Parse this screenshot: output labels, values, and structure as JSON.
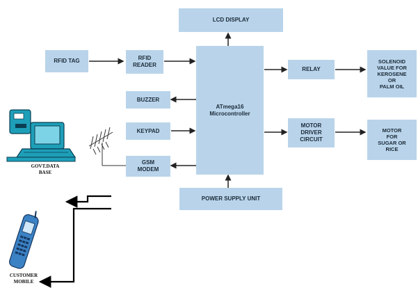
{
  "blocks": {
    "lcd": "LCD DISPLAY",
    "rfid_tag": "RFID TAG",
    "rfid_reader": "RFID\nREADER",
    "buzzer": "BUZZER",
    "keypad": "KEYPAD",
    "gsm": "GSM\nMODEM",
    "mcu": "ATmega16\nMicrocontroller",
    "relay": "RELAY",
    "solenoid": "SOLENOID\nVALUE FOR\nKEROSENE\nOR\nPALM OIL",
    "motor_driver": "MOTOR\nDRIVER\nCIRCUIT",
    "motor": "MOTOR\nFOR\nSUGAR OR\nRICE",
    "power": "POWER SUPPLY UNIT"
  },
  "captions": {
    "govt": "GOVT.DATA\nBASE",
    "customer": "CUSTOMER\nMOBILE"
  },
  "colors": {
    "block_fill": "#b9d4ea",
    "computer": "#1e9fb8",
    "wire": "#222222"
  }
}
